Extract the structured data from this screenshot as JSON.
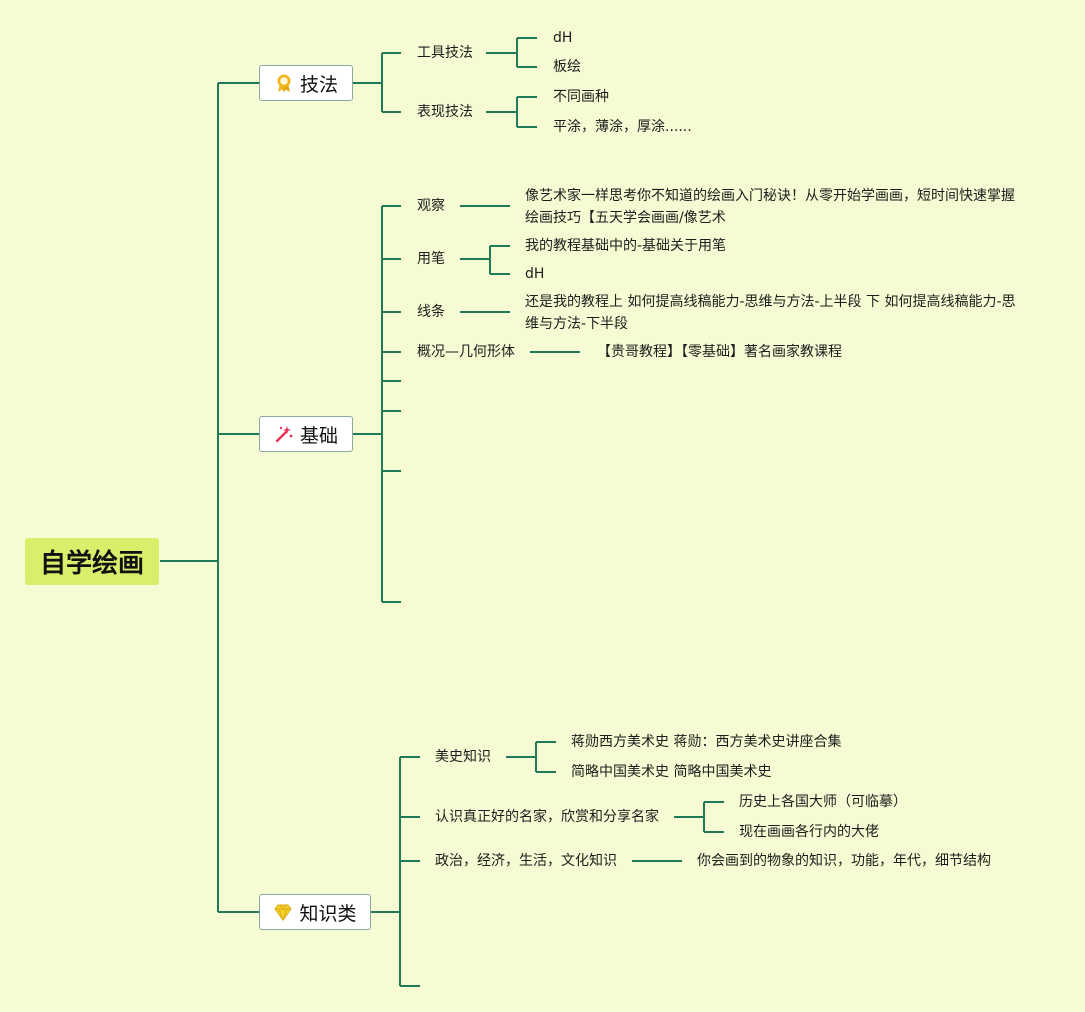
{
  "root": {
    "title": "自学绘画"
  },
  "branches": [
    {
      "title": "技法",
      "icon": "ribbon-icon",
      "children": [
        {
          "label": "工具技法",
          "children": [
            "dH",
            "板绘"
          ]
        },
        {
          "label": "表现技法",
          "children": [
            "不同画种",
            "平涂，薄涂，厚涂......"
          ]
        }
      ]
    },
    {
      "title": "基础",
      "icon": "magic-wand-icon",
      "children": [
        {
          "label": "观察",
          "children": [
            "像艺术家一样思考你不知道的绘画入门秘诀！从零开始学画画，短时间快速掌握绘画技巧【五天学会画画/像艺术"
          ]
        },
        {
          "label": "用笔",
          "children": [
            "我的教程基础中的-基础关于用笔",
            "dH"
          ]
        },
        {
          "label": "线条",
          "children": [
            "还是我的教程上 如何提高线稿能力-思维与方法-上半段 下 如何提高线稿能力-思维与方法-下半段"
          ]
        },
        {
          "label": "概况—几何形体",
          "children": [
            "【贵哥教程】【零基础】著名画家教课程"
          ]
        }
      ]
    },
    {
      "title": "知识类",
      "icon": "diamond-icon",
      "children": [
        {
          "label": "美史知识",
          "children": [
            "蒋勋西方美术史 蒋勋：西方美术史讲座合集",
            "简略中国美术史 简略中国美术史"
          ]
        },
        {
          "label": "认识真正好的名家，欣赏和分享名家",
          "children": [
            "历史上各国大师（可临摹）",
            "现在画画各行内的大佬"
          ]
        },
        {
          "label": "政治，经济，生活，文化知识",
          "children": [
            "你会画到的物象的知识，功能，年代，细节结构"
          ]
        }
      ]
    }
  ],
  "colors": {
    "background": "#f7fbd3",
    "line": "#1f7a5a",
    "root": "#dbee6c",
    "ribbon": "#f2b51c",
    "wand": "#e8325a",
    "diamond": "#f5d12a"
  }
}
